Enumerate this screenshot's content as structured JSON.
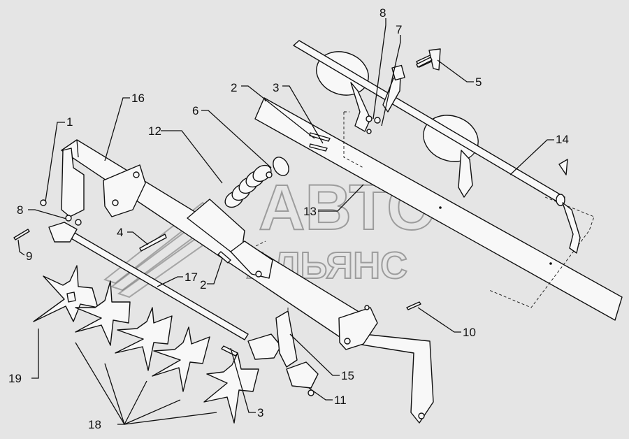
{
  "background": "#e5e5e5",
  "callouts": [
    "1",
    "2",
    "2",
    "2",
    "3",
    "3",
    "4",
    "5",
    "6",
    "7",
    "8",
    "8",
    "9",
    "10",
    "11",
    "12",
    "13",
    "14",
    "15",
    "16",
    "17",
    "18",
    "19"
  ],
  "watermark": {
    "line1": "АВТО",
    "line2": "АЛЬЯНС"
  }
}
